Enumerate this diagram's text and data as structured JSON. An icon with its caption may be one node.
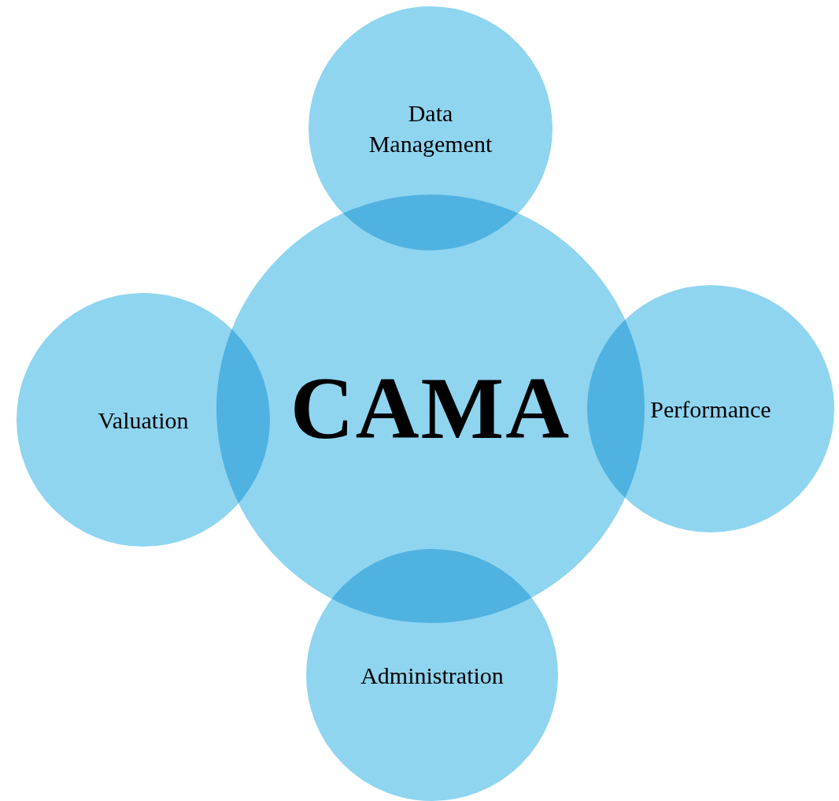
{
  "diagram": {
    "nodes": [
      {
        "text": [
          "Data Management"
        ]
      },
      {
        "text": [
          "Valuation"
        ]
      },
      {
        "text": [
          "CAMA"
        ]
      },
      {
        "text": [
          "Performance"
        ]
      },
      {
        "text": [
          "Administration"
        ]
      }
    ]
  }
}
